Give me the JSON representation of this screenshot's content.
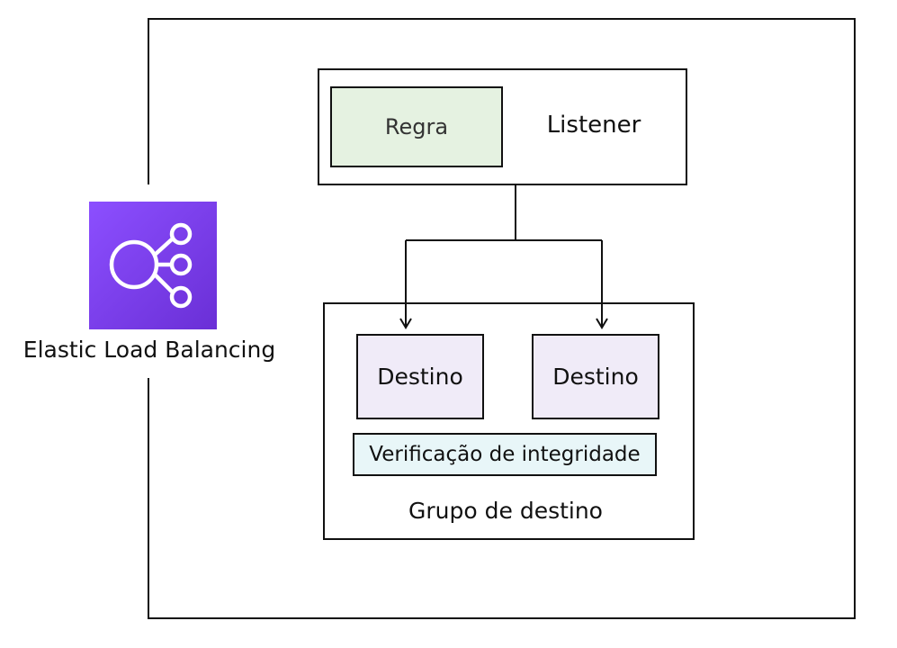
{
  "elb": {
    "label": "Elastic Load Balancing",
    "icon": "elastic-load-balancing-icon",
    "icon_color": "#7b3fe4"
  },
  "listener": {
    "label": "Listener",
    "rule_label": "Regra",
    "rule_fill": "#e5f2e1"
  },
  "target_group": {
    "label": "Grupo de destino",
    "targets": [
      {
        "label": "Destino"
      },
      {
        "label": "Destino"
      }
    ],
    "target_fill": "#f0ebf8",
    "health_check_label": "Verificação de integridade",
    "health_check_fill": "#e8f6f8"
  }
}
